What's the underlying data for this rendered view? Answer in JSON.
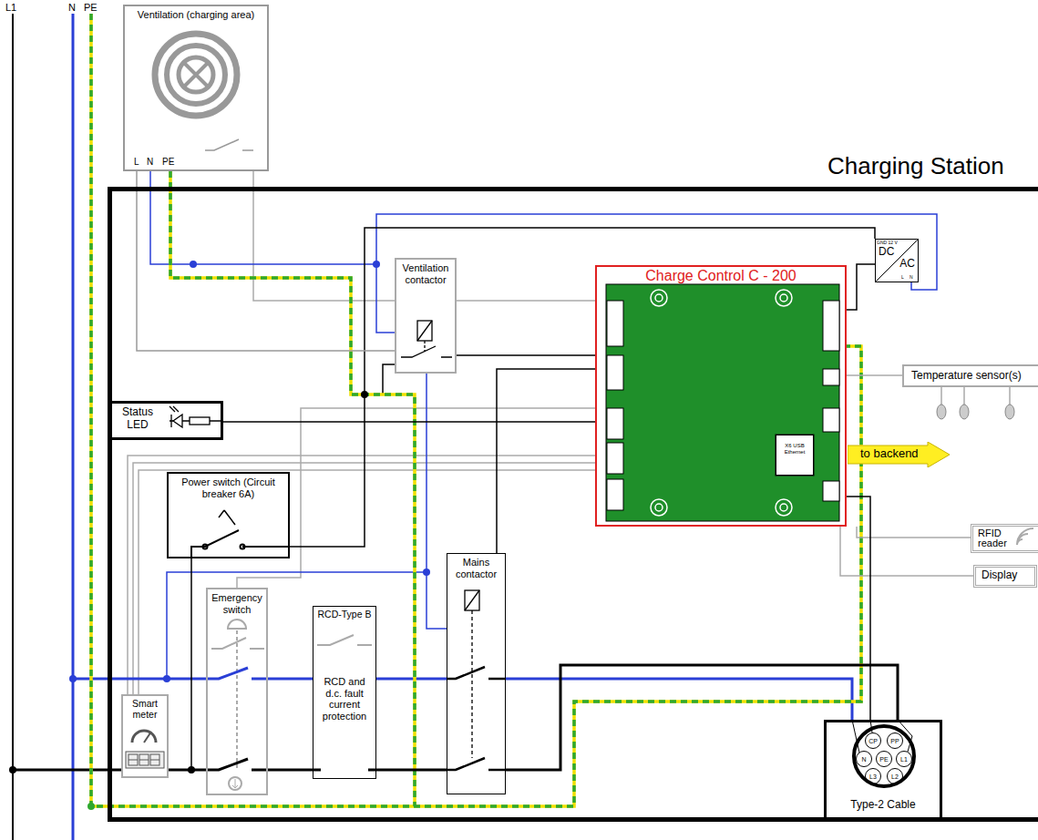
{
  "diagram": {
    "nodes": [
      {
        "text": [
          "Ventilation (charging area)"
        ]
      },
      {
        "text": [
          "Charging Station"
        ]
      },
      {
        "text": [
          "Ventilation contactor"
        ],
        "in": 1
      },
      {
        "text": [
          "Charge Control C - 200"
        ],
        "in": 1
      },
      {
        "text": [
          "X6 USB Ethernet"
        ],
        "in": 3
      },
      {
        "text": [
          "DC",
          "AC"
        ],
        "in": 1
      },
      {
        "text": [
          "Temperature sensor(s)"
        ]
      },
      {
        "text": [
          "to backend"
        ]
      },
      {
        "text": [
          "Status LED"
        ],
        "in": 1
      },
      {
        "text": [
          "Power switch (Circuit breaker 6A)"
        ],
        "in": 1
      },
      {
        "text": [
          "Emergency switch"
        ],
        "in": 1
      },
      {
        "text": [
          "RCD-Type B",
          "RCD and d.c. fault current protection"
        ],
        "in": 1
      },
      {
        "text": [
          "Mains contactor"
        ],
        "in": 1
      },
      {
        "text": [
          "Smart meter"
        ],
        "in": 1
      },
      {
        "text": [
          "RFID reader"
        ]
      },
      {
        "text": [
          "Display"
        ]
      },
      {
        "text": [
          "Type-2 Cable"
        ],
        "in": 1
      }
    ],
    "edges": [
      {
        "from": 13,
        "to": 10,
        "arrow": "none"
      },
      {
        "from": 10,
        "to": 11,
        "arrow": "none"
      },
      {
        "from": 11,
        "to": 12,
        "arrow": "none"
      },
      {
        "from": 12,
        "to": 16,
        "arrow": "none"
      },
      {
        "from": 3,
        "to": 2,
        "arrow": "none"
      },
      {
        "from": 3,
        "to": 12,
        "arrow": "none"
      },
      {
        "from": 3,
        "to": 8,
        "arrow": "none"
      },
      {
        "from": 3,
        "to": 6,
        "arrow": "none"
      },
      {
        "from": 3,
        "to": 14,
        "arrow": "none"
      },
      {
        "from": 3,
        "to": 15,
        "arrow": "none"
      },
      {
        "from": 3,
        "to": 16,
        "arrow": "none"
      },
      {
        "from": 5,
        "to": 3,
        "arrow": "none"
      },
      {
        "from": 2,
        "to": 0,
        "arrow": "none"
      }
    ],
    "labels": [
      "L1",
      "N",
      "PE",
      "L",
      "N",
      "PE",
      "GND 12 V",
      "L",
      "N",
      "CP",
      "PP",
      "N",
      "PE",
      "L1",
      "L3",
      "L2"
    ]
  }
}
